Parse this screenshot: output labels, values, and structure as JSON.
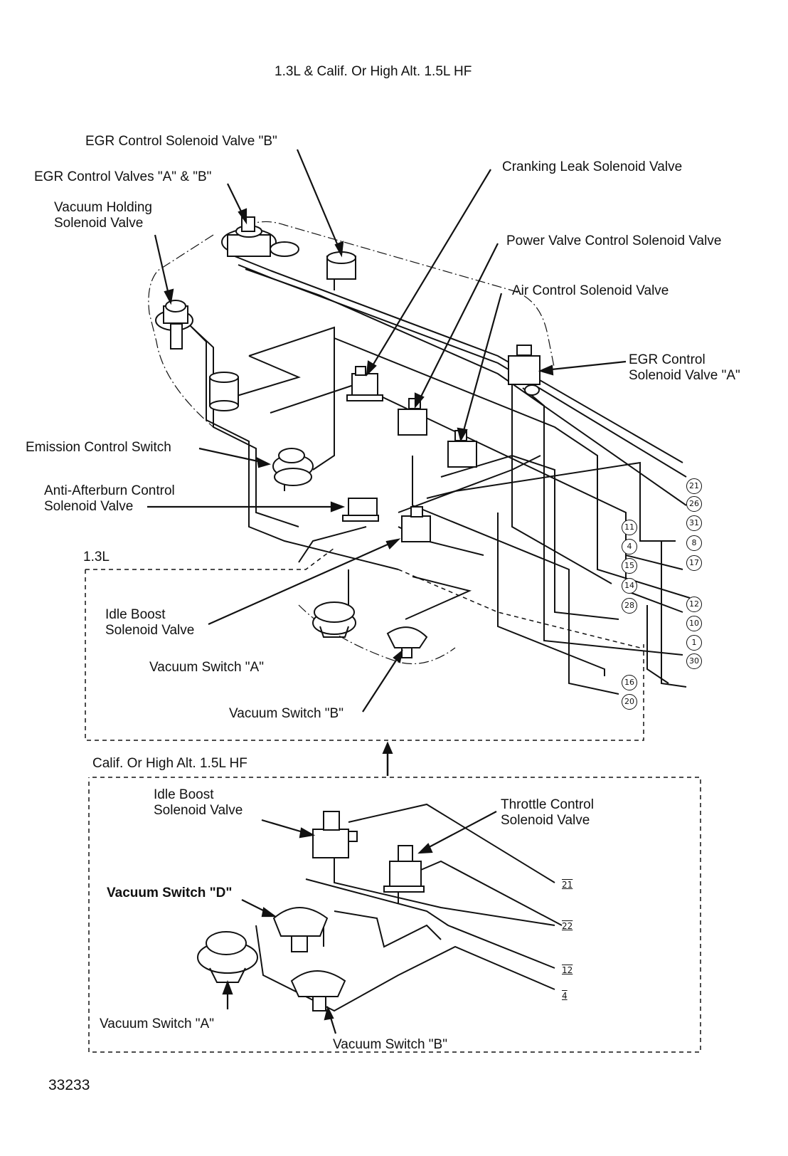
{
  "title": "1.3L & Calif. Or High Alt. 1.5L HF",
  "figure_number": "33233",
  "main_labels": {
    "egr_solenoid_b": "EGR Control Solenoid Valve \"B\"",
    "egr_valves_ab": "EGR Control Valves \"A\" & \"B\"",
    "vacuum_holding_1": "Vacuum Holding",
    "vacuum_holding_2": "Solenoid Valve",
    "cranking_leak": "Cranking Leak Solenoid Valve",
    "power_valve": "Power Valve Control Solenoid Valve",
    "air_control": "Air Control Solenoid Valve",
    "egr_solenoid_a_1": "EGR Control",
    "egr_solenoid_a_2": "Solenoid Valve \"A\"",
    "emission_switch": "Emission Control Switch",
    "anti_afterburn_1": "Anti-Afterburn Control",
    "anti_afterburn_2": "Solenoid Valve",
    "idle_boost_1": "Idle Boost",
    "idle_boost_2": "Solenoid Valve",
    "vacuum_switch_a": "Vacuum Switch \"A\"",
    "vacuum_switch_b": "Vacuum Switch \"B\""
  },
  "section_13l": {
    "label": "1.3L"
  },
  "section_15l": {
    "label": "Calif. Or High Alt. 1.5L HF",
    "idle_boost_1": "Idle Boost",
    "idle_boost_2": "Solenoid Valve",
    "throttle_control_1": "Throttle Control",
    "throttle_control_2": "Solenoid Valve",
    "vacuum_switch_d": "Vacuum Switch \"D\"",
    "vacuum_switch_a": "Vacuum Switch \"A\"",
    "vacuum_switch_b": "Vacuum Switch \"B\""
  },
  "connector_pins_main": [
    "21",
    "26",
    "31",
    "11",
    "8",
    "4",
    "17",
    "15",
    "14",
    "28",
    "12",
    "10",
    "1",
    "30",
    "16",
    "20"
  ],
  "connector_pins_15l": [
    "21",
    "22",
    "12",
    "4"
  ]
}
